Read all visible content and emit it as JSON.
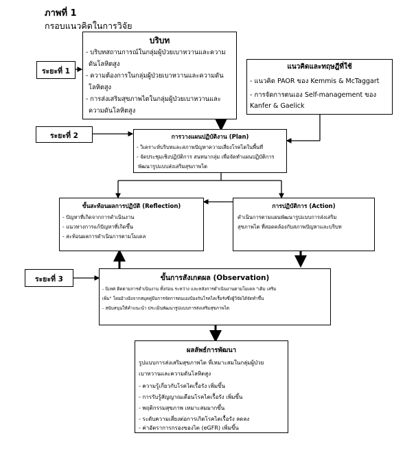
{
  "header": {
    "figure_label": "ภาพที่ 1",
    "caption": "กรอบแนวคิดในการวิจัย"
  },
  "phases": {
    "phase1": "ระยะที่ 1",
    "phase2": "ระยะที่ 2",
    "phase3": "ระยะที่ 3"
  },
  "context_box": {
    "title": "บริบท",
    "lines": [
      "- บริบทสถานการณ์ในกลุ่มผู้ป่วยเบาหวานและความ",
      "ดันโลหิตสูง",
      "- ความต้องการในกลุ่มผู้ป่วยเบาหวานและความดัน",
      "โลหิตสูง",
      "- การส่งเสริมสุขภาพไตในกลุ่มผู้ป่วยเบาหวานและ",
      "ความดันโลหิตสูง"
    ]
  },
  "theory_box": {
    "title": "แนวคิดและทฤษฎีที่ใช้",
    "lines": [
      "- แนวคิด PAOR ของ Kemmis & McTaggart",
      "- การจัดการตนเอง Self-management ของ",
      "Kanfer & Gaelick"
    ]
  },
  "plan_box": {
    "title": "การวางแผนปฏิบัติงาน (Plan)",
    "lines": [
      "- วิเคราะห์บริบทและสภาพปัญหาความเสี่ยงโรคไตในพื้นที่",
      "- จัดประชุมเชิงปฏิบัติการ สนทนากลุ่ม เพื่อจัดทำแผนปฏิบัติการ",
      "พัฒนารูปแบบส่งเสริมสุขภาพไต"
    ]
  },
  "reflection_box": {
    "title": "ขั้นสะท้อนผลการปฏิบัติ (Reflection)",
    "lines": [
      "- ปัญหาที่เกิดจากการดำเนินงาน",
      "- แนวทางการแก้ปัญหาที่เกิดขึ้น",
      "- สะท้อนผลการดำเนินการตามโมเดล"
    ]
  },
  "action_box": {
    "title": "การปฏิบัติการ (Action)",
    "lines": [
      "ดำเนินการตามแผนพัฒนารูปแบบการส่งเสริม",
      "สุขภาพไต ที่สอดคล้องกับสภาพปัญหาและบริบท"
    ]
  },
  "observation_box": {
    "title": "ขั้นการสังเกตผล (Observation)",
    "lines": [
      "- นิเทศ ติดตามการดำเนินงาน ทั้งก่อน ระหว่าง และหลังการดำเนินงานตามโมเดล \"เติม เสริม",
      "เพิ่ม\" โดยอ้างอิงจากสมุดคู่มือการจัดการตนเองป้องกันโรคไตเรื้อรังซึ่งผู้วิจัยได้จัดทำขึ้น",
      "- สนับสนุนให้คำแนะนำ ประเมินพัฒนารูปแบบการส่งเสริมสุขภาพไต"
    ]
  },
  "outcome_box": {
    "title": "ผลลัพธ์การพัฒนา",
    "lines": [
      "รูปแบบการส่งเสริมสุขภาพไต ที่เหมาะสมในกลุ่มผู้ป่วย",
      "เบาหวานและความดันโลหิตสูง",
      "- ความรู้เกี่ยวกับโรคไตเรื้อรัง เพิ่มขึ้น",
      "- การรับรู้สัญญาณเตือนโรคไตเรื้อรัง เพิ่มขึ้น",
      "- พฤติกรรมสุขภาพ เหมาะสมมากขึ้น",
      "- ระดับความเสี่ยงต่อการเกิดโรคไตเรื้อรัง ลดลง",
      "- ค่าอัตราการกรองของไต (eGFR) เพิ่มขึ้น"
    ]
  }
}
